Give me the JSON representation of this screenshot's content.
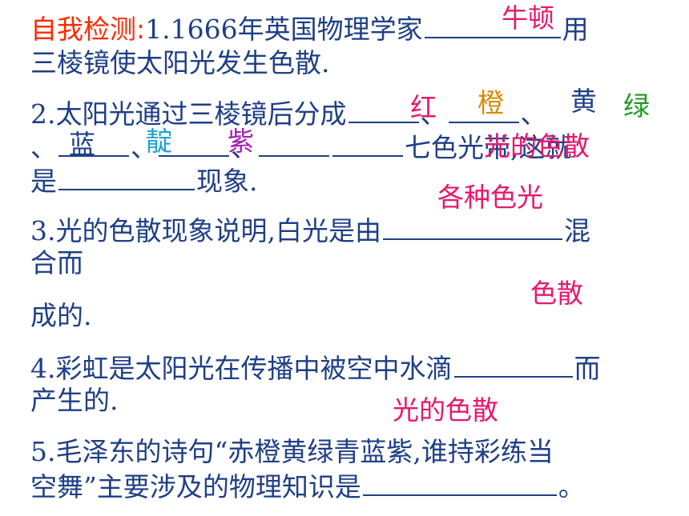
{
  "q1": {
    "label": "自我检测:",
    "l1a": "1.1666年英国物理学家",
    "l1b": "用",
    "l2": "三棱镜使太阳光发生色散.",
    "answer": "牛顿"
  },
  "q2": {
    "l1a": "2.太阳光通过三棱镜后分成",
    "l1b": "、",
    "l1c": "、",
    "l2a": "、",
    "l2b": "、",
    "l2c": "、",
    "l2d": "七色光带,这就",
    "l3a": "是",
    "l3b": "现象.",
    "answers": {
      "red": "红",
      "orange": "橙",
      "yellow": "黄",
      "green": "绿",
      "blue": "蓝",
      "indigo": "靛",
      "violet": "紫",
      "dispersion": "光的色散"
    }
  },
  "q3": {
    "l1a": "3.光的色散现象说明,白光是由",
    "l1b": "混",
    "l2": "合而",
    "l3": "成的.",
    "answer": "各种色光"
  },
  "q4": {
    "l1a": "4.彩虹是太阳光在传播中被空中水滴",
    "l1b": "而",
    "l2": "产生的.",
    "answer": "色散"
  },
  "q5": {
    "l1": "5.毛泽东的诗句“赤橙黄绿青蓝紫,谁持彩练当",
    "l2a": "空舞”主要涉及的物理知识是",
    "l2b": "。",
    "answer": "光的色散"
  },
  "colors": {
    "text": "#1f3f86",
    "label": "#ff2a00",
    "magenta": "#e8176c",
    "orange": "#d88a00",
    "blue_navy": "#1f3f86",
    "green": "#1f9a1f",
    "cyan": "#1ba4d6",
    "violet": "#a420b4"
  }
}
